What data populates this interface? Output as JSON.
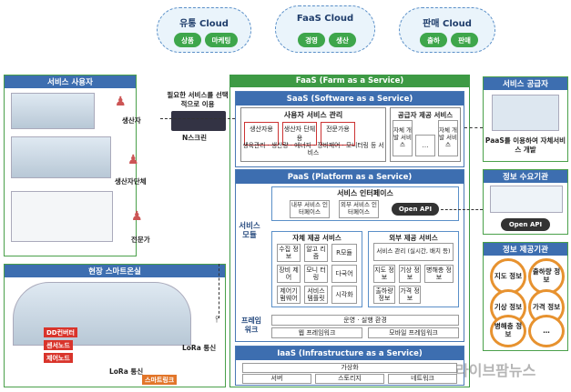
{
  "clouds": {
    "distribution": {
      "title": "유통 Cloud",
      "pills": [
        "상품",
        "마케팅"
      ]
    },
    "faas": {
      "title": "FaaS Cloud",
      "pills": [
        "경영",
        "생산"
      ]
    },
    "sales": {
      "title": "판매 Cloud",
      "pills": [
        "출하",
        "판매"
      ]
    }
  },
  "faas_banner": "FaaS (Farm as a Service)",
  "saas": {
    "title": "SaaS (Software as a Service)",
    "user_service": "사용자 서비스 관리",
    "producer_label": "생산자용",
    "group_label": "생산자 단체용",
    "expert_label": "전문가용",
    "user_items": "생육관리 · 생산량 · 에너지 · 장비제어 · 모니터링 등 서비스",
    "supplier_title": "공급자 제공 서비스",
    "supplier_items": [
      "자체 개발 서비스",
      "…",
      "자체 개발 서비스"
    ]
  },
  "paas": {
    "title": "PaaS (Platform as a Service)",
    "service_interface": "서비스 인터페이스",
    "internal_if": "내부 서비스 인터페이스",
    "external_if": "외부 서비스 인터페이스",
    "open_api": "Open API",
    "service_module_label": "서비스 모듈",
    "self_service_title": "자체 제공 서비스",
    "self_items": [
      "수집 정보",
      "알고 리즘",
      "R모듈",
      "장비 제어",
      "모니 터링",
      "다국어",
      "제어기 펌웨어",
      "서비스 템플릿",
      "시각화"
    ],
    "ext_service_title": "외부 제공 서비스",
    "ext_mgmt": "서비스 관리 (실시간, 배치 등)",
    "ext_items": [
      "지도 정보",
      "기상 정보",
      "병해충 정보",
      "출하량 정보",
      "가격 정보"
    ],
    "framework_label": "프레임 워크",
    "runtime": "운영 · 실행 환경",
    "web_fw": "웹 프레임워크",
    "mobile_fw": "모바일 프레임워크"
  },
  "iaas": {
    "title": "IaaS (Infrastructure as a Service)",
    "virtualization": "가상화",
    "items": [
      "서버",
      "스토리지",
      "네트워크"
    ]
  },
  "service_user": {
    "title": "서비스 사용자",
    "note": "필요한 서비스를 선택적으로 이용",
    "screen": "N스크린",
    "roles": [
      "생산자",
      "생산자단체",
      "전문가"
    ]
  },
  "smart_farm": {
    "title": "현장 스마트온실",
    "tags": [
      "DD컨버터",
      "센서노드",
      "제어노드"
    ],
    "lora1": "LoRa 통신",
    "lora2": "LoRa 통신",
    "smartlink": "스마트링크"
  },
  "provider": {
    "title": "서비스 공급자",
    "desc": "PaaS를 이용하여 자체서비스 개발"
  },
  "info_demand": {
    "title": "정보 수요기관",
    "open_api": "Open API"
  },
  "info_provider": {
    "title": "정보 제공기관",
    "items": [
      "지도 정보",
      "출하량 정보",
      "기상 정보",
      "가격 정보",
      "병해충 정보",
      "…"
    ]
  },
  "watermark": "라이브팜뉴스"
}
